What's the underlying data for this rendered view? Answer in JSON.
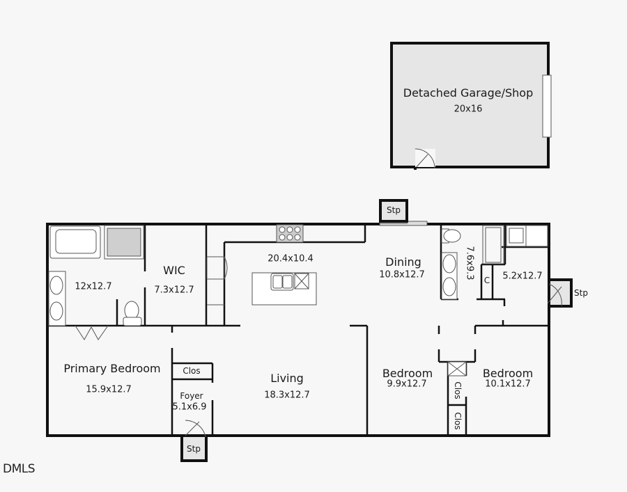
{
  "garage": {
    "name": "Detached Garage/Shop",
    "dims": "20x16"
  },
  "rooms": {
    "primary_bath": {
      "dims": "12x12.7"
    },
    "wic": {
      "name": "WIC",
      "dims": "7.3x12.7"
    },
    "kitchen": {
      "dims": "20.4x10.4"
    },
    "dining": {
      "name": "Dining",
      "dims": "10.8x12.7"
    },
    "bath2": {
      "dims": "7.6x9.3"
    },
    "laundry": {
      "dims": "5.2x12.7"
    },
    "laundry_closet": {
      "name": "C"
    },
    "primary_bedroom": {
      "name": "Primary Bedroom",
      "dims": "15.9x12.7"
    },
    "foyer": {
      "name": "Foyer",
      "dims": "5.1x6.9"
    },
    "foyer_closet": {
      "name": "Clos"
    },
    "living": {
      "name": "Living",
      "dims": "18.3x12.7"
    },
    "bedroom2": {
      "name": "Bedroom",
      "dims": "9.9x12.7"
    },
    "bedroom3": {
      "name": "Bedroom",
      "dims": "10.1x12.7"
    },
    "bed_closet_1": {
      "name": "Clos"
    },
    "bed_closet_2": {
      "name": "Clos"
    }
  },
  "steps": {
    "top": "Stp",
    "right": "Stp",
    "bottom": "Stp"
  },
  "watermark": "DMLS",
  "colors": {
    "wall": "#111111",
    "floor": "#f7f7f7",
    "garage_fill": "#e6e6e6",
    "fixture": "#555555"
  }
}
